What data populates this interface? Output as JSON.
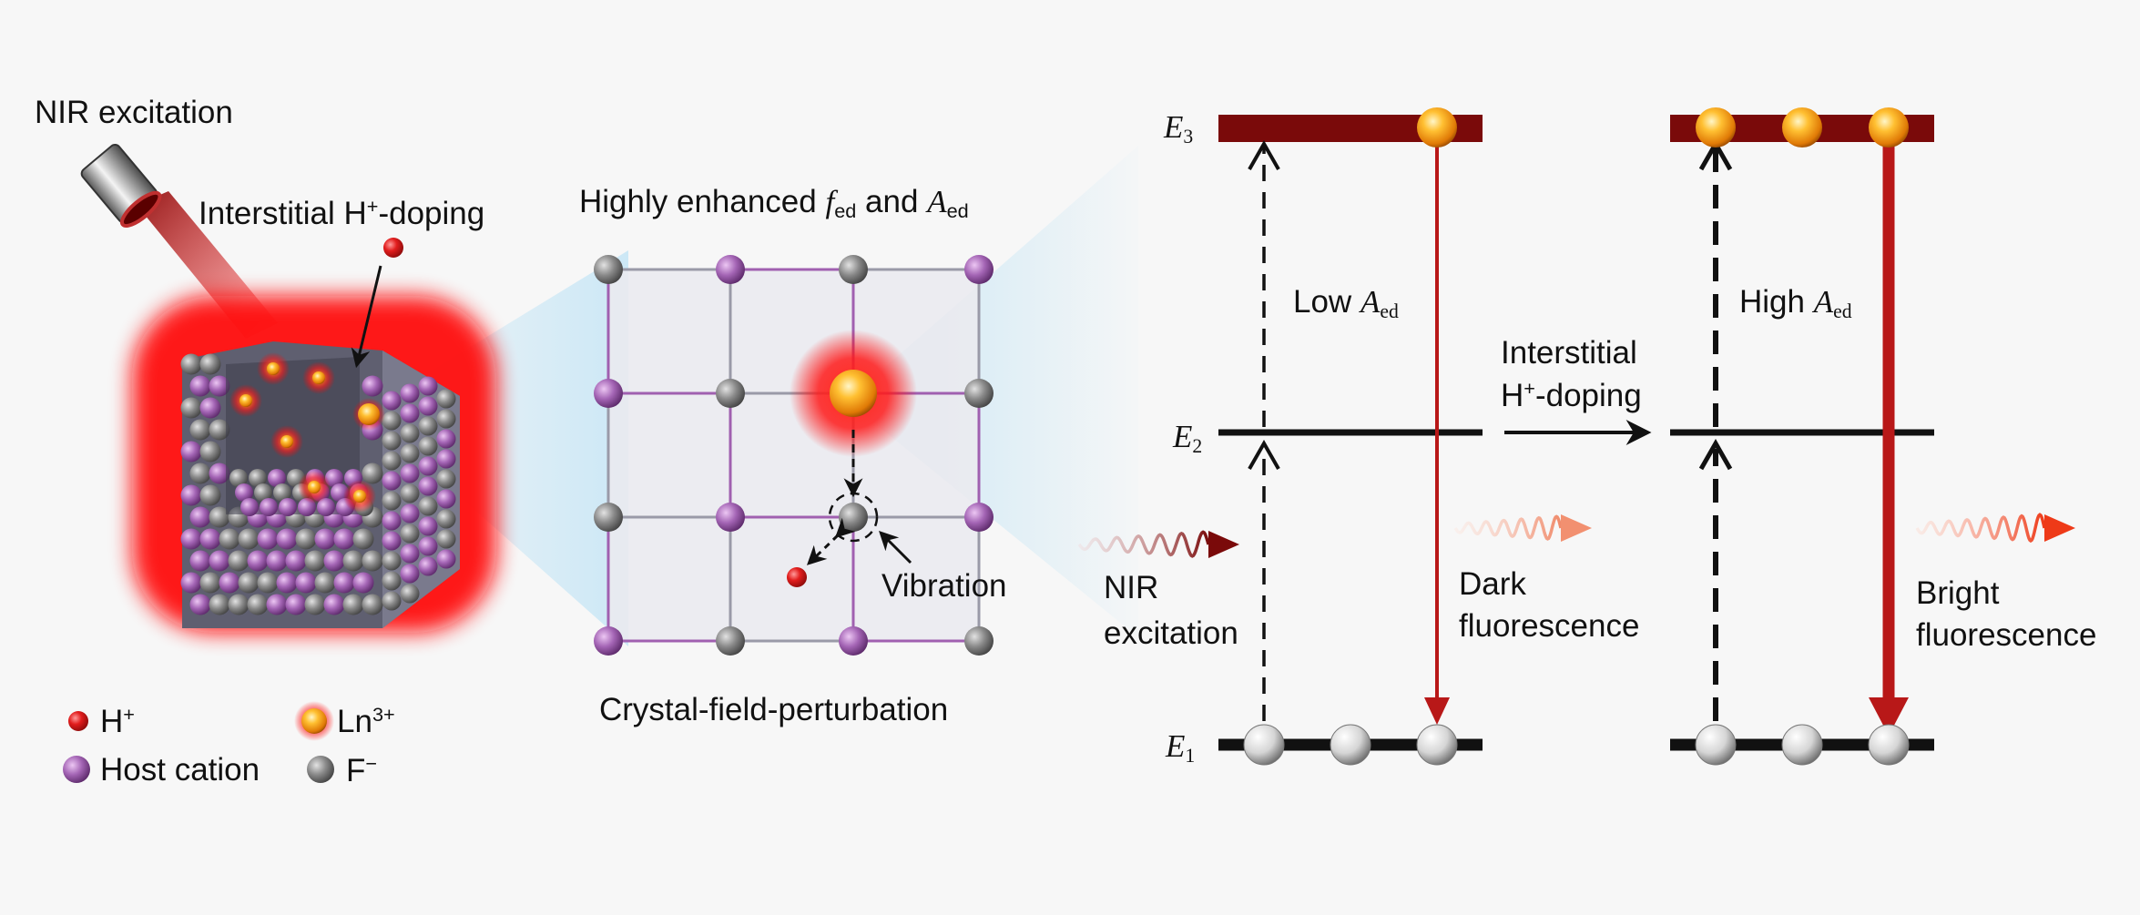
{
  "left_panel": {
    "nir_excitation": "NIR excitation",
    "interstitial_doping": {
      "prefix": "Interstitial H",
      "sup": "+",
      "suffix": "-doping"
    },
    "legend": {
      "h_plus": {
        "base": "H",
        "sup": "+"
      },
      "ln3": {
        "base": "Ln",
        "sup": "3+"
      },
      "host_cation": "Host cation",
      "f_minus": {
        "base": "F",
        "sup": "−"
      }
    }
  },
  "middle_panel": {
    "title": {
      "prefix": "Highly enhanced ",
      "f": "f",
      "f_sub": "ed",
      "and": " and ",
      "a": "A",
      "a_sub": "ed"
    },
    "vibration": "Vibration",
    "caption": "Crystal-field-perturbation"
  },
  "energy_diagram": {
    "levels": {
      "e3": "E",
      "e3_sub": "3",
      "e2": "E",
      "e2_sub": "2",
      "e1": "E",
      "e1_sub": "1"
    },
    "low_state": {
      "label": "Low ",
      "a": "A",
      "a_sub": "ed",
      "emission_line1": "Dark",
      "emission_line2": "fluorescence",
      "excited_electrons": 1
    },
    "high_state": {
      "label": "High ",
      "a": "A",
      "a_sub": "ed",
      "emission_line1": "Bright",
      "emission_line2": "fluorescence",
      "excited_electrons": 3
    },
    "transition": {
      "line1": "Interstitial",
      "line2_prefix": "H",
      "line2_sup": "+",
      "line2_suffix": "-doping"
    },
    "excitation_line1": "NIR",
    "excitation_line2": "excitation"
  },
  "colors": {
    "dark_red": "#7a0a0a",
    "emission_red": "#b81818",
    "host_cation": "#a465b5",
    "fluoride": "#8a8a8a",
    "proton": "#e21d1d",
    "lanthanide": "#f39a14",
    "glow_red": "#ff1010",
    "light_blue": "#bfe3f5"
  }
}
